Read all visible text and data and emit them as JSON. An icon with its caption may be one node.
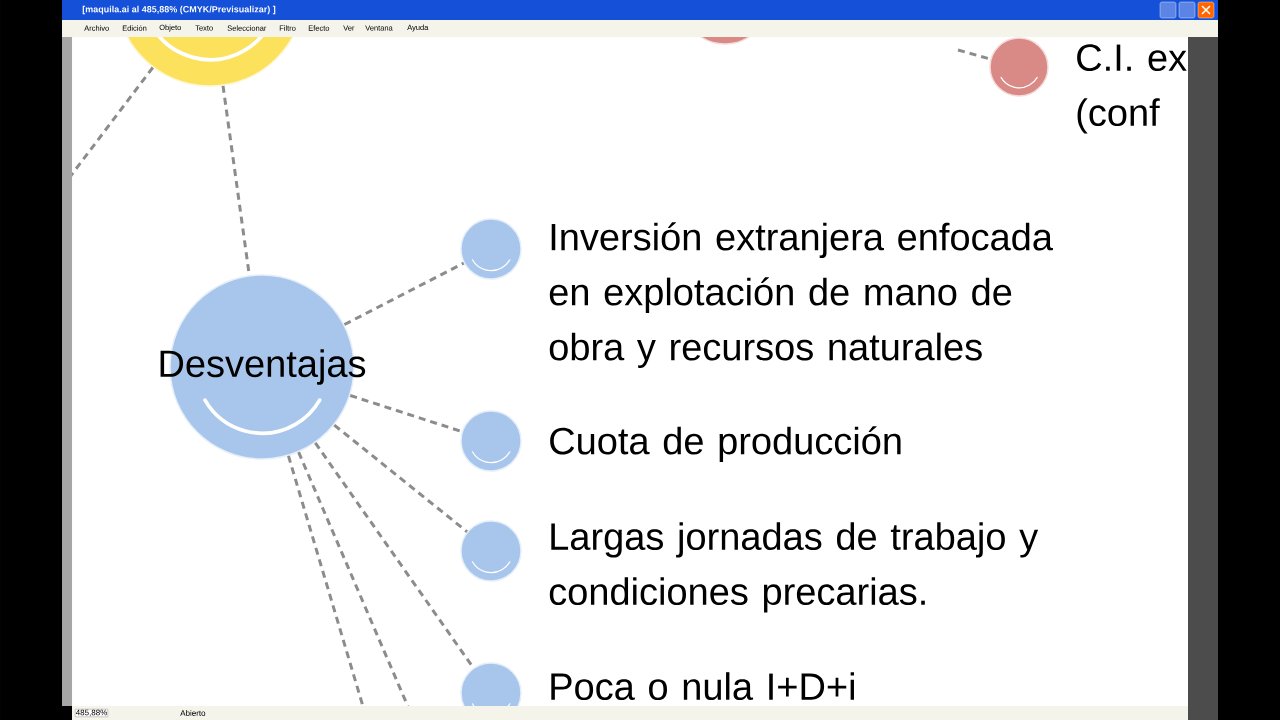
{
  "diagram": {
    "nodes": [
      {
        "text": [],
        "shape": "circle"
      },
      {
        "text": [],
        "shape": "circle"
      },
      {
        "text": [],
        "shape": "circle",
        "beside": [
          "C.I. ex (conf"
        ]
      },
      {
        "text": [
          "Desventajas"
        ]
      },
      {
        "text": [],
        "shape": "circle",
        "beside": [
          "Inversión extranjera enfocada en explotación de mano de obra y recursos naturales"
        ]
      },
      {
        "text": [],
        "shape": "circle",
        "beside": [
          "Cuota de producción"
        ]
      },
      {
        "text": [],
        "shape": "circle",
        "beside": [
          "Largas jornadas de trabajo y condiciones precarias."
        ]
      },
      {
        "text": [],
        "shape": "circle",
        "beside": [
          "Poca o nula I+D+i"
        ]
      }
    ],
    "edges": [
      {
        "from": 0,
        "to": null,
        "arrow": "none",
        "style": "dashed"
      },
      {
        "from": 0,
        "to": 3,
        "arrow": "none",
        "style": "dashed"
      },
      {
        "from": null,
        "to": 2,
        "arrow": "none",
        "style": "dashed"
      },
      {
        "from": 3,
        "to": 4,
        "arrow": "none",
        "style": "dashed"
      },
      {
        "from": 3,
        "to": 5,
        "arrow": "none",
        "style": "dashed"
      },
      {
        "from": 3,
        "to": 6,
        "arrow": "none",
        "style": "dashed"
      },
      {
        "from": 3,
        "to": 7,
        "arrow": "none",
        "style": "dashed"
      },
      {
        "from": 3,
        "to": null,
        "arrow": "none",
        "style": "dashed"
      },
      {
        "from": 3,
        "to": null,
        "arrow": "none",
        "style": "dashed"
      }
    ],
    "labels": [
      "[maquila.ai al 485,88% (CMYK/Previsualizar) ]",
      "Archivo",
      "Edición",
      "Objeto",
      "Texto",
      "Seleccionar",
      "Filtro",
      "Efecto",
      "Ver",
      "Ventana",
      "Ayuda",
      "485,88%",
      "Abierto"
    ]
  }
}
